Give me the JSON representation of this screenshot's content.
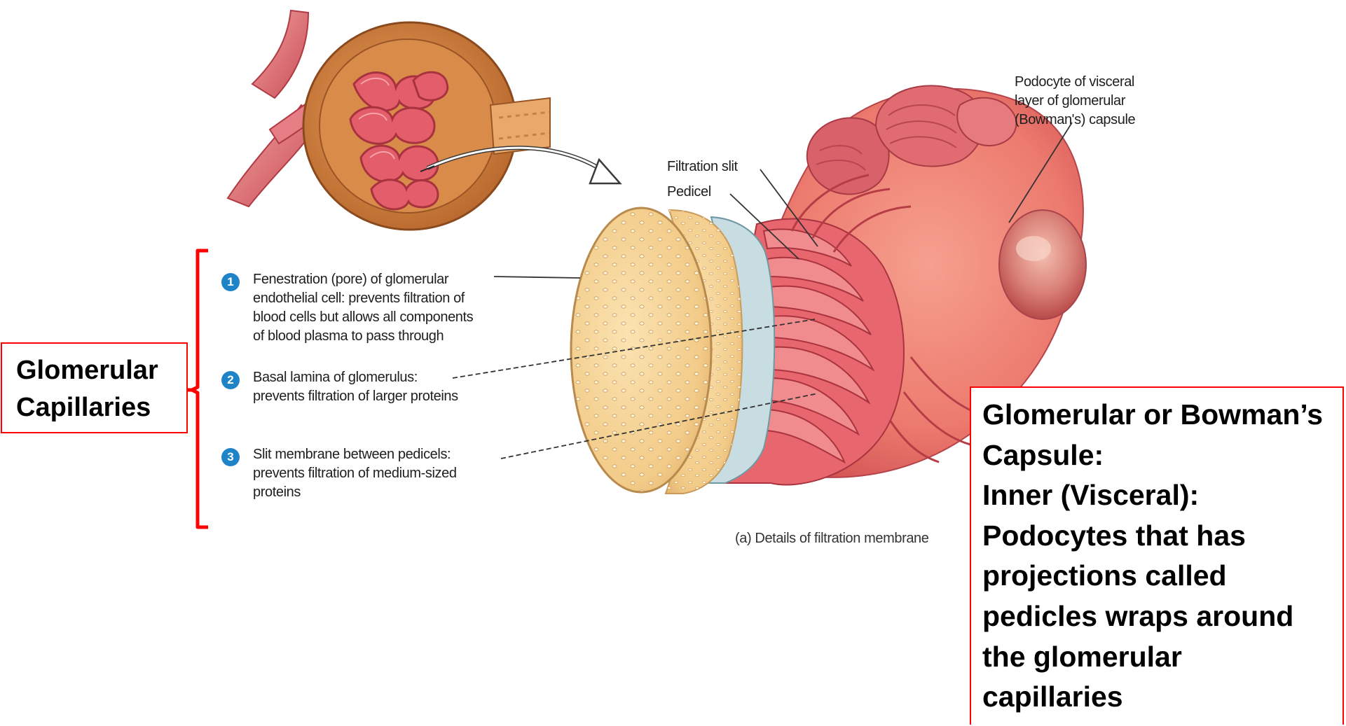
{
  "labels": {
    "podocyte": [
      "Podocyte of visceral",
      "layer of glomerular",
      "(Bowman's) capsule"
    ],
    "filtration_slit": "Filtration slit",
    "pedicel": "Pedicel",
    "caption": "(a) Details of filtration membrane"
  },
  "numbered": [
    {
      "num": "1",
      "lines": [
        "Fenestration (pore) of glomerular",
        "endothelial cell: prevents filtration of",
        "blood cells but allows all components",
        "of blood plasma to pass through"
      ]
    },
    {
      "num": "2",
      "lines": [
        "Basal lamina of glomerulus:",
        "prevents filtration of larger proteins"
      ]
    },
    {
      "num": "3",
      "lines": [
        "Slit membrane between pedicels:",
        "prevents filtration of medium-sized",
        "proteins"
      ]
    }
  ],
  "glomerular_capillaries_box": [
    "Glomerular",
    "Capillaries"
  ],
  "bowman_box": [
    "Glomerular or Bowman’s",
    "Capsule:",
    "Inner (Visceral):",
    "Podocytes that has",
    "projections called",
    "pedicles wraps around",
    "the glomerular",
    "capillaries"
  ],
  "colors": {
    "annotation_red": "#ff0000",
    "badge_blue": "#1f83c8",
    "tissue_pink": "#e05a5a",
    "capillary_tan": "#eec98a"
  },
  "icons": [
    "red-bracket",
    "numbered-badge",
    "curved-arrow"
  ]
}
